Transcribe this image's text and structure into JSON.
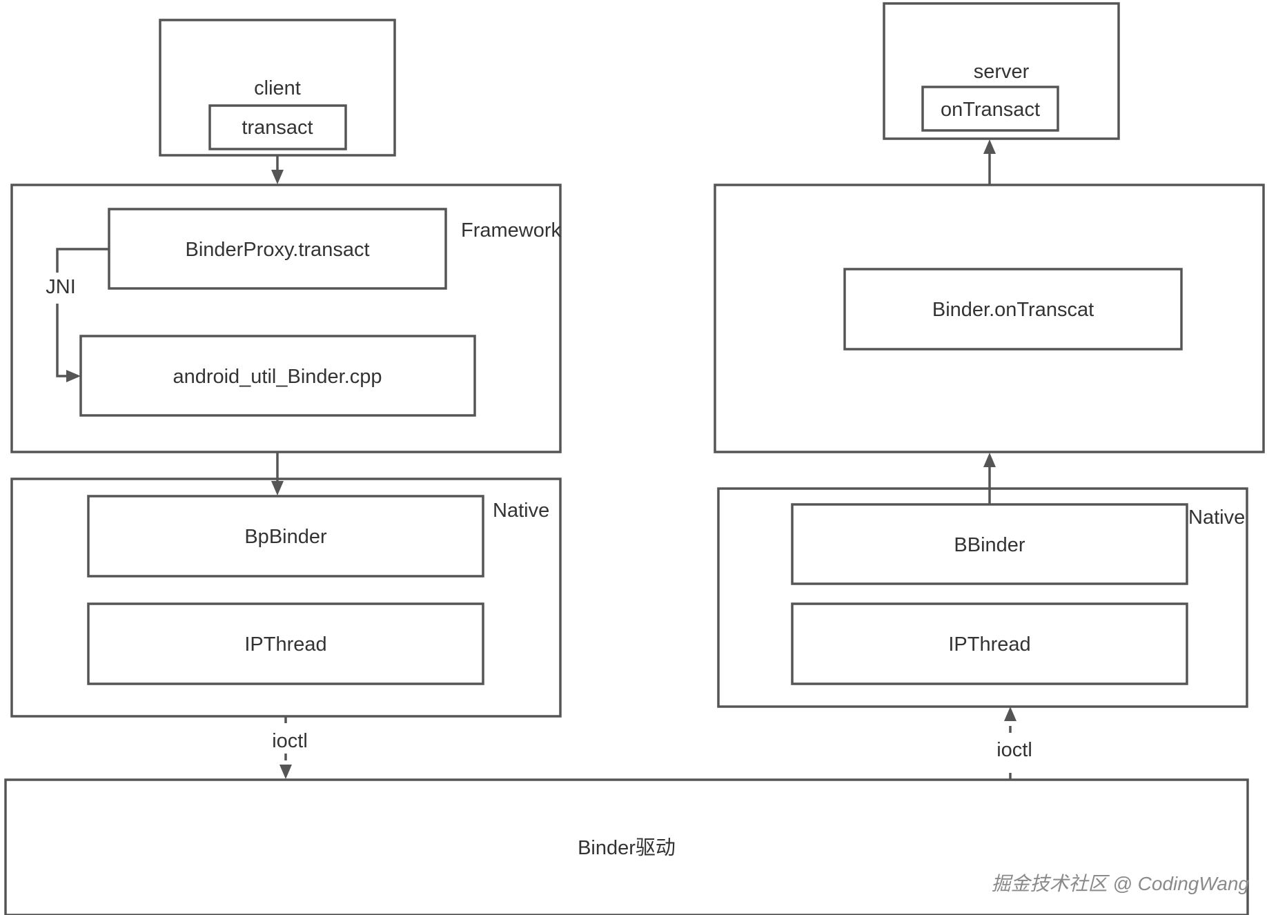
{
  "client": {
    "title": "client",
    "method": "transact"
  },
  "server": {
    "title": "server",
    "method": "onTransact"
  },
  "client_framework": {
    "label": "Framework",
    "proxy": "BinderProxy.transact",
    "jni": "android_util_Binder.cpp",
    "jni_edge_label": "JNI"
  },
  "server_framework": {
    "method": "Binder.onTranscat"
  },
  "client_native": {
    "label": "Native",
    "binder": "BpBinder",
    "thread": "IPThread"
  },
  "server_native": {
    "label": "Native",
    "binder": "BBinder",
    "thread": "IPThread"
  },
  "ioctl": {
    "client_label": "ioctl",
    "server_label": "ioctl"
  },
  "driver": {
    "label": "Binder驱动"
  },
  "watermark": "掘金技术社区 @ CodingWang"
}
